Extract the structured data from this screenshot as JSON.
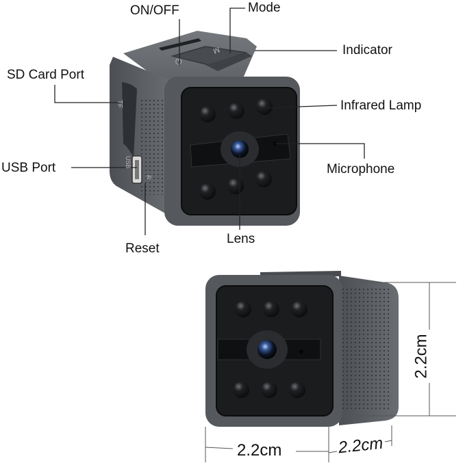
{
  "labels": {
    "on_off": "ON/OFF",
    "mode": "Mode",
    "indicator": "Indicator",
    "sd_card_port": "SD Card Port",
    "infrared_lamp": "Infrared Lamp",
    "usb_port": "USB Port",
    "microphone": "Microphone",
    "reset": "Reset",
    "lens": "Lens"
  },
  "body_markings": {
    "power_symbol": "⏻",
    "mode_letter": "M",
    "tf": "TF",
    "usb": "USB",
    "reset_letter": "R"
  },
  "dimensions": {
    "height": "2.2cm",
    "width": "2.2cm",
    "depth": "2.2cm"
  },
  "colors": {
    "body": "#5a5d62",
    "body_dark": "#2e3033",
    "face": "#1b1c1e",
    "lamp": "#141516"
  }
}
